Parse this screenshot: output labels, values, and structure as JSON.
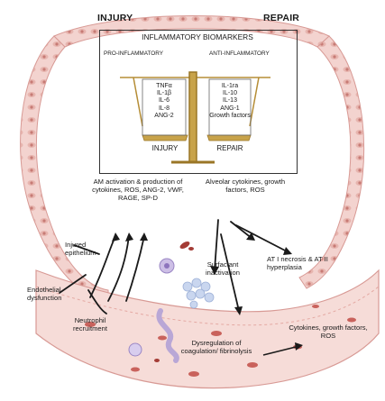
{
  "header": {
    "left": "INJURY",
    "right": "REPAIR"
  },
  "biomarker_box": {
    "title": "INFLAMMATORY BIOMARKERS",
    "pro_label": "PRO-INFLAMMATORY",
    "anti_label": "ANTI-INFLAMMATORY",
    "left_pan_items": [
      "TNFα",
      "IL-1β",
      "IL-6",
      "IL-8",
      "ANG-2"
    ],
    "right_pan_items": [
      "IL-1ra",
      "IL-10",
      "IL-13",
      "ANG-1",
      "Growth factors"
    ],
    "left_pan_label": "INJURY",
    "right_pan_label": "REPAIR"
  },
  "labels": {
    "am_activation": "AM activation & production of cytokines, ROS, ANG-2, VWF, RAGE, SP-D",
    "alveolar": "Alveolar cytokines, growth factors, ROS",
    "injured_epithelium": "Injured epithelium",
    "endothelial": "Endothelial dysfunction",
    "neutrophil": "Neutrophil recruitment",
    "surfactant": "Surfactant inactivation",
    "at_necrosis": "AT I necrosis & AT II hyperplasia",
    "dysregulation": "Dysregulation of coagulation/ fibrinolysis",
    "cytokines_right": "Cytokines, growth factors, ROS"
  },
  "colors": {
    "tissue_fill": "#f3d3cf",
    "tissue_edge": "#d89a95",
    "cell_dark": "#b85a55",
    "scale_gold": "#c8a34a",
    "vessel_fill": "#f6dcd8",
    "purple": "#b9a7d6",
    "blue_cluster": "#c9d6ef"
  }
}
